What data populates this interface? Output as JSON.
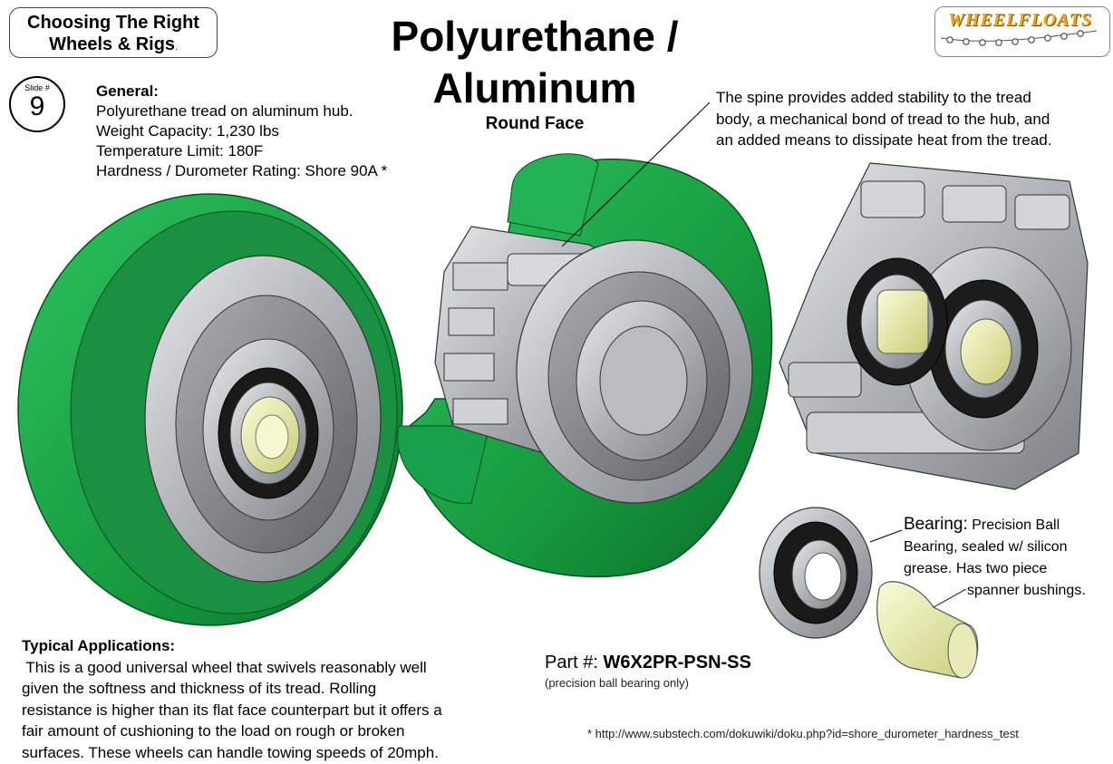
{
  "header": {
    "line1": "Choosing The Right",
    "line2": "Wheels & Rigs",
    "dot": "."
  },
  "logo": {
    "text": "WHEELFLOATS"
  },
  "slide": {
    "label": "Slide #",
    "number": "9"
  },
  "title": {
    "line1": "Polyurethane /",
    "line2": "Aluminum",
    "subtitle": "Round Face"
  },
  "general": {
    "heading": "General:",
    "lines": [
      "Polyurethane tread on aluminum hub.",
      "Weight Capacity: 1,230 lbs",
      "Temperature Limit: 180F",
      "Hardness / Durometer Rating: Shore 90A *"
    ]
  },
  "spine_note": {
    "lines": [
      "The spine provides added stability to the tread",
      "body, a mechanical bond of  tread to the hub, and",
      "an added means to dissipate heat from the tread."
    ]
  },
  "bearing_note": {
    "label": "Bearing:",
    "lines": [
      "Precision Ball",
      "Bearing, sealed w/ silicon",
      "grease.  Has two piece",
      "spanner bushings."
    ]
  },
  "applications": {
    "heading": "Typical Applications:",
    "lines": [
      " This is a good universal wheel that swivels reasonably well",
      "given the softness and thickness of its tread.  Rolling",
      "resistance is higher than its flat face counterpart but it offers a",
      "fair amount of cushioning to the load on rough or broken",
      "surfaces.  These wheels can handle towing speeds of 20mph."
    ]
  },
  "part": {
    "label": "Part #: ",
    "number": "W6X2PR-PSN-SS",
    "note": "(precision ball bearing only)"
  },
  "footnote": "* http://www.substech.com/dokuwiki/doku.php?id=shore_durometer_hardness_test",
  "colors": {
    "tread_green": "#1e9e45",
    "tread_dark": "#0f7a30",
    "aluminum": "#b8bcc0",
    "bushing": "#eef0b0",
    "logo_gold": "#f0a81c"
  }
}
